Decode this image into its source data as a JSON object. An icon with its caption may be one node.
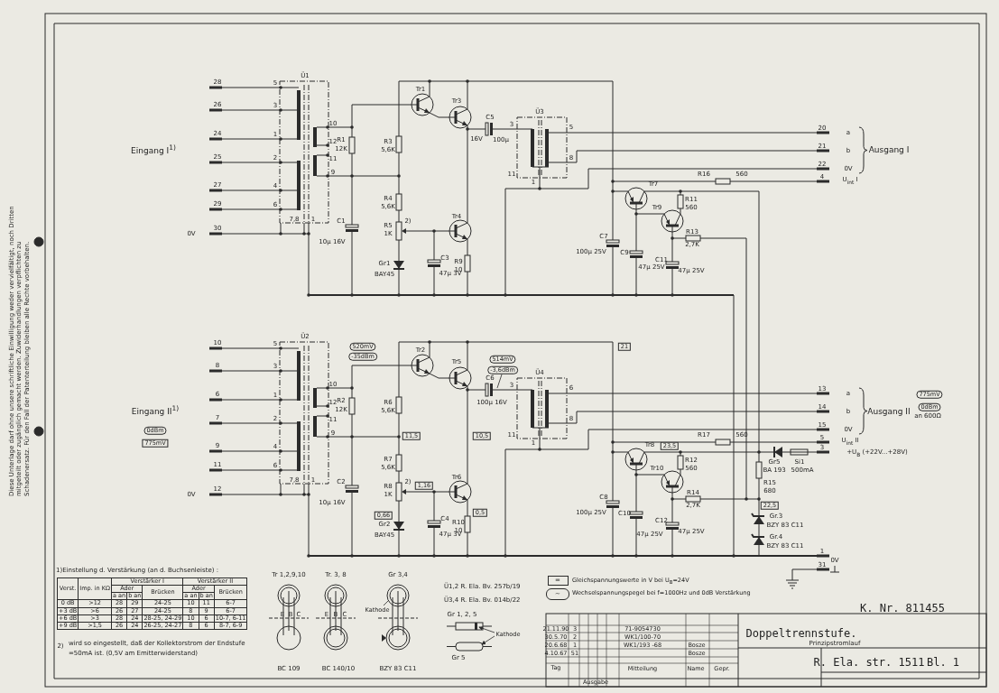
{
  "diagram": {
    "nodes": [
      {
        "text": [
          "21"
        ]
      },
      {
        "text": [
          "520mV"
        ]
      },
      {
        "text": [
          "-35dBm"
        ]
      },
      {
        "text": [
          "514mV"
        ]
      },
      {
        "text": [
          "-3,6dBm"
        ]
      },
      {
        "text": [
          "775mV"
        ]
      },
      {
        "text": [
          "0dBm"
        ],
        "beside": [
          "an 600Ω"
        ]
      },
      {
        "text": [
          "0dBm"
        ]
      },
      {
        "text": [
          "775mV"
        ]
      },
      {
        "text": [
          "11,5"
        ]
      },
      {
        "text": [
          "10,5"
        ]
      },
      {
        "text": [
          "23,5"
        ]
      },
      {
        "text": [
          "1,16"
        ]
      },
      {
        "text": [
          "22,5"
        ]
      },
      {
        "text": [
          "0,5"
        ]
      },
      {
        "text": [
          "0,66"
        ]
      },
      {
        "text": [
          "Kathode"
        ]
      },
      {
        "text": [
          "Kathode"
        ]
      },
      {
        "text": [],
        "shape": "picture"
      },
      {
        "text": [],
        "shape": "picture"
      },
      {
        "text": [],
        "shape": "box"
      }
    ],
    "edges": [
      {
        "from": 4,
        "to": null,
        "arrow": "none"
      },
      {
        "from": 16,
        "to": 18,
        "arrow": "none"
      },
      {
        "from": 17,
        "to": 19,
        "arrow": "to"
      },
      {
        "from": 17,
        "to": 20,
        "arrow": "to"
      }
    ],
    "labels": [
      "Ü1",
      "28",
      "26",
      "24",
      "25",
      "27",
      "29",
      "0V",
      "30",
      "Eingang I$^{1)}$",
      "5",
      "3",
      "1",
      "2",
      "4",
      "6",
      "7,8",
      "1",
      "10",
      "12",
      "11",
      "9",
      "R1",
      "12K",
      "C1",
      "10µ 16V",
      "Tr1",
      "Tr3",
      "R3",
      "5,6K",
      "R4",
      "5,6K",
      "R5",
      "1K",
      "2)",
      "Gr1",
      "BAY45",
      "C3",
      "47µ 3V",
      "Tr4",
      "R9",
      "10",
      "C5",
      "16V",
      "100µ",
      "Ü3",
      "3",
      "5",
      "8",
      "11",
      "1",
      "20",
      "21",
      "22",
      "4",
      "R16",
      "560",
      "Tr7",
      "Tr9",
      "R11",
      "560",
      "R13",
      "2,7K",
      "C7",
      "100µ 25V",
      "C9",
      "47µ 25V",
      "C11",
      "47µ 25V",
      "a",
      "b",
      "0V",
      "U$_{int}$ I",
      "Ausgang I",
      "Ü2",
      "10",
      "8",
      "6",
      "7",
      "9",
      "11",
      "0V",
      "12",
      "Eingang II$^{1)}$",
      "5",
      "3",
      "1",
      "2",
      "4",
      "6",
      "7,8",
      "1",
      "10",
      "12",
      "11",
      "9",
      "R2",
      "12K",
      "C2",
      "10µ 16V",
      "Tr2",
      "Tr5",
      "R6",
      "5,6K",
      "R7",
      "5,6K",
      "R8",
      "1K",
      "2)",
      "Gr2",
      "BAY45",
      "C4",
      "47µ 3V",
      "Tr6",
      "R10",
      "10",
      "C6",
      "100µ 16V",
      "Ü4",
      "3",
      "6",
      "8",
      "11",
      "1",
      "13",
      "14",
      "15",
      "5",
      "3",
      "R17",
      "560",
      "Tr8",
      "Tr10",
      "R12",
      "560",
      "R14",
      "2,7K",
      "C8",
      "100µ 25V",
      "C10",
      "47µ 25V",
      "C12",
      "47µ 25V",
      "Gr5",
      "BA 193",
      "Si1",
      "500mA",
      "R15",
      "680",
      "Gr.3",
      "BZY 83 C11",
      "Gr.4",
      "BZY 83 C11",
      "1",
      "31",
      "a",
      "b",
      "0V",
      "U$_{int}$ II",
      "+U$_{B}$ (+22V...+28V)",
      "Ausgang II",
      "0V",
      "1)Einstellung d. Verstärkung (an d. Buchsenleiste) :",
      "Verst.",
      "Imp. in KΩ",
      "Verstärker I",
      "Verstärker II",
      "Ader",
      "Brücken",
      "Ader",
      "Brücken",
      "a an",
      "b an",
      "a an",
      "b an",
      "0 dB",
      ">12",
      "28",
      "29",
      "24-25",
      "10",
      "11",
      "6-7",
      "+3 dB",
      ">6",
      "26",
      "27",
      "24-25",
      "8",
      "9",
      "6-7",
      "+6 dB",
      ">3",
      "28",
      "24",
      "28-25, 24-29",
      "10",
      "6",
      "10-7, 6-11",
      "+9 dB",
      ">1,5",
      "26",
      "24",
      "26-25, 24-27",
      "8",
      "6",
      "8-7, 6-9",
      "2)",
      "wird so eingestellt, daß der Kollektorstrom der Endstufe =50mA ist. (0,5V am Emitterwiderstand)",
      "Tr 1,2,9,10",
      "E",
      "B",
      "C",
      "BC 109",
      "Tr. 3, 8",
      "E",
      "B",
      "C",
      "BC 140/10",
      "Gr 3,4",
      "BZY 83 C11",
      "Ü1,2 R. Ela. Bv. 257b/19",
      "Ü3,4 R. Ela. Bv. 014b/22",
      "Gr 1, 2, 5",
      "Gr 5",
      "=",
      "~",
      "K. Nr. 811455",
      "Doppeltrennstufe.",
      "Prinzipstromlauf",
      "R. Ela. str. 1511",
      "Bl. 1",
      "21.11.90",
      "3",
      "71-9054730",
      "30.5.70",
      "2",
      "WK1/100-70",
      "20.6.68",
      "1",
      "WK1/193 -68",
      "Bosze",
      "4.10.67",
      "51",
      "Bosze",
      "Tag",
      "Mitteilung",
      "Name",
      "Gepr.",
      "Ausgabe",
      "Diese Unterlage darf ohne unsere schriftliche Einwilligung weder vervielfältigt, noch Dritten mitgeteilt oder zugänglich gemacht werden. Zuwiderhandlungen verpflichten zu Schadenersatz. Für den Fall der Patenterteilung bleiben alle Rechte vorbehalten."
    ],
    "legend": [
      {
        "text": "Gleichspannungswerte in V bei U$_{B}$=24V"
      },
      {
        "text": "Wechselspannungspegel bei f=1000Hz und 0dB Verstärkung"
      }
    ]
  }
}
